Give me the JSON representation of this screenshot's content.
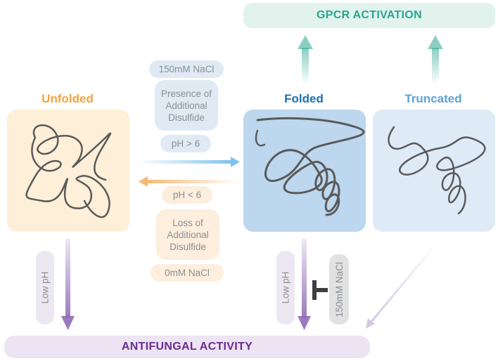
{
  "titles": {
    "gpcr": "GPCR ACTIVATION",
    "antifungal": "ANTIFUNGAL ACTIVITY",
    "unfolded": "Unfolded",
    "folded": "Folded",
    "truncated": "Truncated"
  },
  "forward_conditions": {
    "nacl": "150mM NaCl",
    "disulfide": [
      "Presence of",
      "Additional",
      "Disulfide"
    ],
    "ph": "pH > 6"
  },
  "reverse_conditions": {
    "ph": "pH < 6",
    "disulfide": [
      "Loss of",
      "Additional",
      "Disulfide"
    ],
    "nacl": "0mM NaCl"
  },
  "vertical_labels": {
    "unfolded_low_ph": "Low pH",
    "folded_low_ph": "Low pH",
    "folded_inhibitor": "150mM NaCl"
  },
  "colors": {
    "gpcr": "#2aa58f",
    "antifungal": "#6a2c91",
    "unfolded": "#f3a33c",
    "folded": "#1c6fb4",
    "truncated": "#5ba3d7",
    "ribbon": "#5a5a5a"
  },
  "icons": {
    "inhibition": "t-bar-inhibit-icon",
    "unfolded_structure": "random-coil-icon",
    "folded_structure": "folded-protein-ribbon-icon",
    "truncated_structure": "truncated-protein-ribbon-icon"
  }
}
